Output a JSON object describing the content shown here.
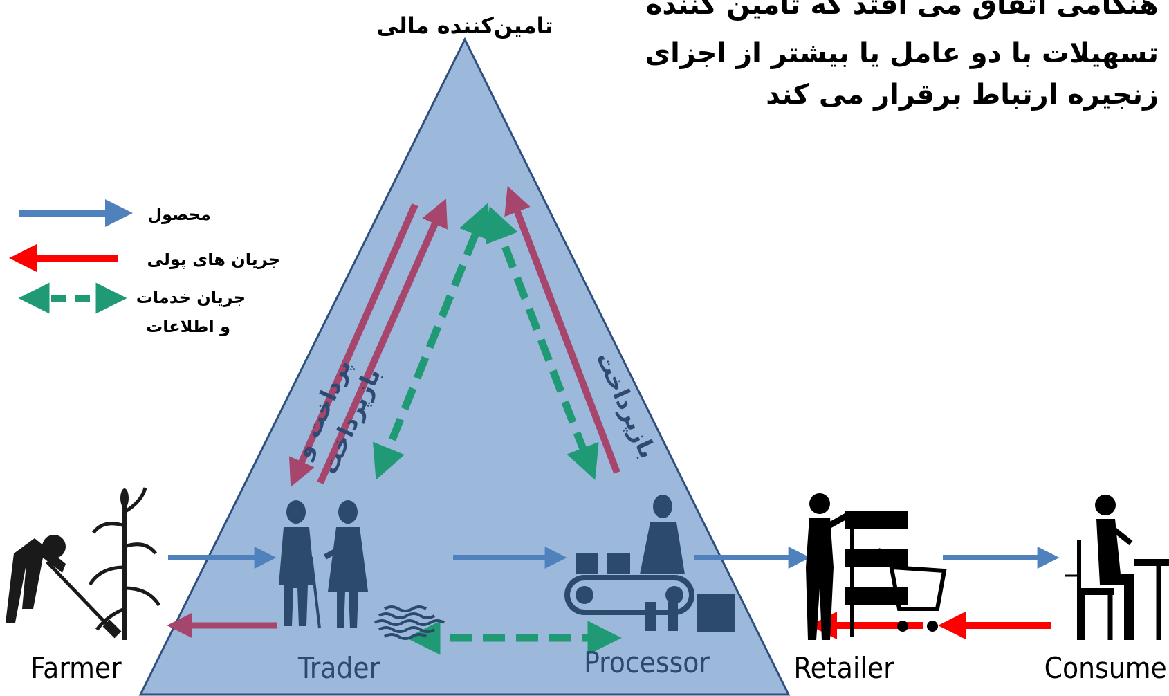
{
  "title_lines": [
    "هنگامی اتفاق می افتد که تامین کننده",
    "تسهیلات با دو عامل یا بیشتر از اجزای",
    "زنجیره ارتباط برقرار می کند"
  ],
  "apex_label": "تامین‌کننده مالی",
  "legend": {
    "product": "محصول",
    "money_flow": "جریان های پولی",
    "services_line1": "جریان خدمات",
    "services_line2": "و اطلاعات"
  },
  "arrow_labels": {
    "trader_pay_1": "پرداخت و",
    "trader_pay_2": "بازپرداخت",
    "processor_repay": "بازپرداخت"
  },
  "actors": {
    "farmer": "Farmer",
    "trader": "Trader",
    "processor": "Processor",
    "retailer": "Retailer",
    "consumer": "Consumer"
  },
  "colors": {
    "triangle_fill": "#9cb8db",
    "product_arrow": "#4f81bd",
    "money_arrow": "#ff0000",
    "finance_arrow": "#a6466c",
    "service_arrow": "#1f9a74",
    "triangle_icon": "#2c4a6b"
  }
}
